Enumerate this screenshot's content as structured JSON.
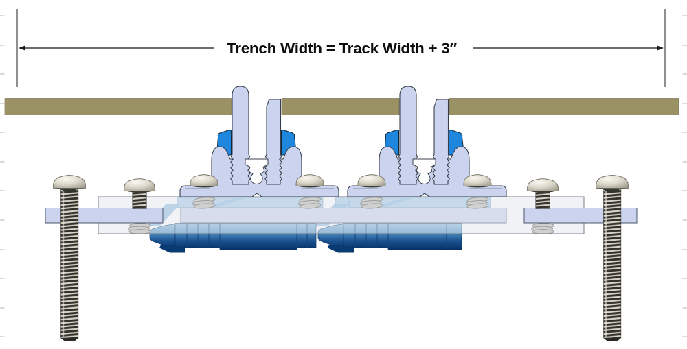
{
  "dimension_annotation": {
    "label": "Trench Width = Track Width + 3″"
  },
  "diagram": {
    "type": "cross-section",
    "subject": "track mounted in deck trench with anchor hardware"
  },
  "colors": {
    "deck": "#9a9164",
    "extrusion": "#ccd3ee",
    "outline": "#39404d",
    "wedge": "#1e86dd",
    "anchor_dark": "#0a3a74",
    "anchor_light": "#a5cce8",
    "plate": "#e2e7ee",
    "hardware_silver": "#d9d6ca",
    "thread_dark": "#34322c"
  },
  "ruler_ticks": {
    "left_count": 12,
    "right_count": 12
  }
}
